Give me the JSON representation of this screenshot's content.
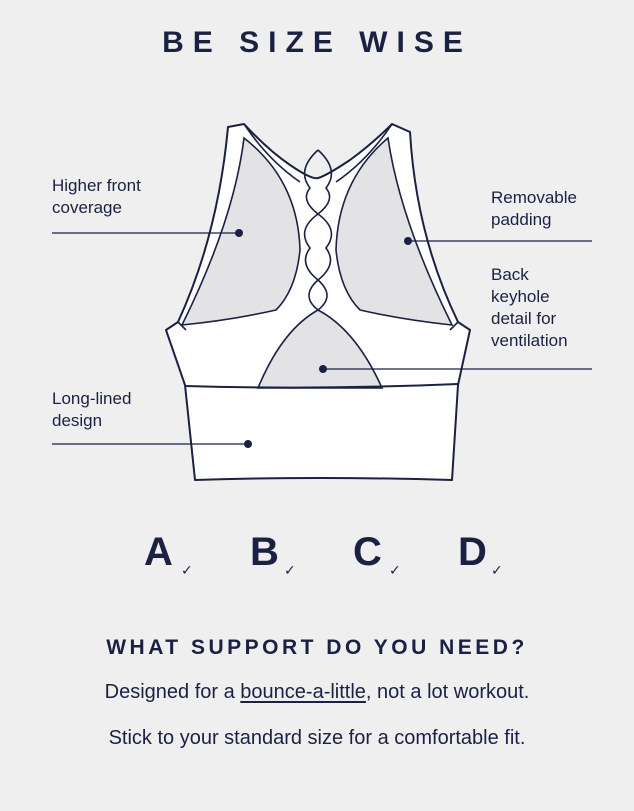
{
  "header": {
    "title": "BE SIZE WISE"
  },
  "callouts": {
    "higher_front_line1": "Higher front",
    "higher_front_line2": "coverage",
    "removable_line1": "Removable",
    "removable_line2": "padding",
    "keyhole_line1": "Back",
    "keyhole_line2": "keyhole",
    "keyhole_line3": "detail for",
    "keyhole_line4": "ventilation",
    "longlined_line1": "Long-lined",
    "longlined_line2": "design"
  },
  "cup_sizes": {
    "a": "A",
    "b": "B",
    "c": "C",
    "d": "D",
    "check": "✓"
  },
  "support": {
    "question": "WHAT SUPPORT DO YOU NEED?",
    "line1_prefix": "Designed for a ",
    "line1_link": "bounce-a-little",
    "line1_suffix": ", not a lot workout.",
    "line2": "Stick to your standard size for a comfortable fit."
  },
  "colors": {
    "text": "#1b2143",
    "background": "#efefef",
    "garment_fill": "#ffffff",
    "garment_shade": "#e3e3e6"
  },
  "icons": {
    "check": "checkmark-icon"
  }
}
